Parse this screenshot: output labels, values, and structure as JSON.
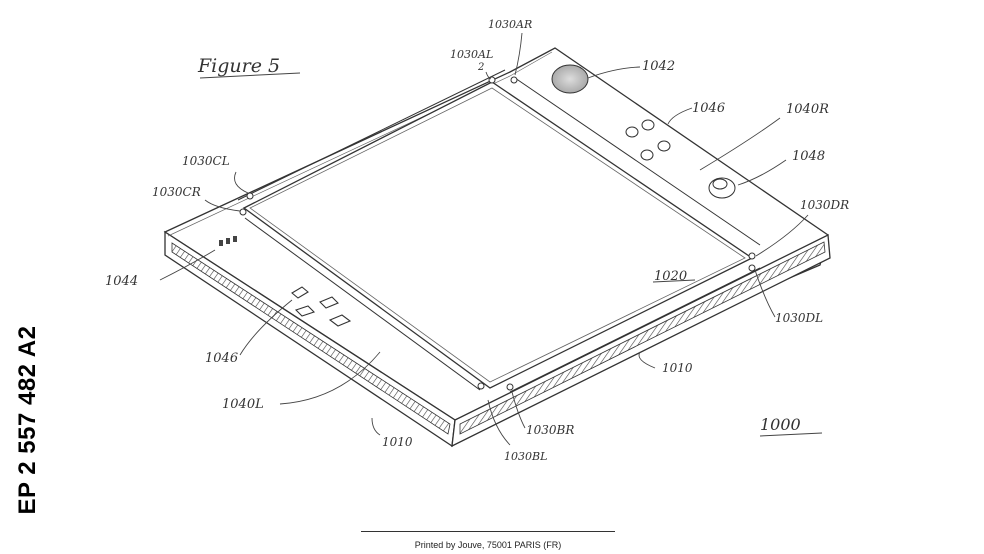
{
  "figure_title": "Figure 5",
  "publication_number": "EP 2 557 482 A2",
  "printer_line": "Printed by Jouve, 75001 PARIS (FR)",
  "labels": {
    "l1030AR": "1030AR",
    "l1030AL": "1030AL",
    "l1030AL_sub": "2",
    "l1042": "1042",
    "l1046_top": "1046",
    "l1040R": "1040R",
    "l1048": "1048",
    "l1030CL": "1030CL",
    "l1030CR": "1030CR",
    "l1030DR": "1030DR",
    "l1044": "1044",
    "l1020": "1020",
    "l1030DL": "1030DL",
    "l1046_left": "1046",
    "l1010_right": "1010",
    "l1040L": "1040L",
    "l1010_bottom": "1010",
    "l1030BR": "1030BR",
    "l1030BL": "1030BL",
    "l1000": "1000"
  }
}
